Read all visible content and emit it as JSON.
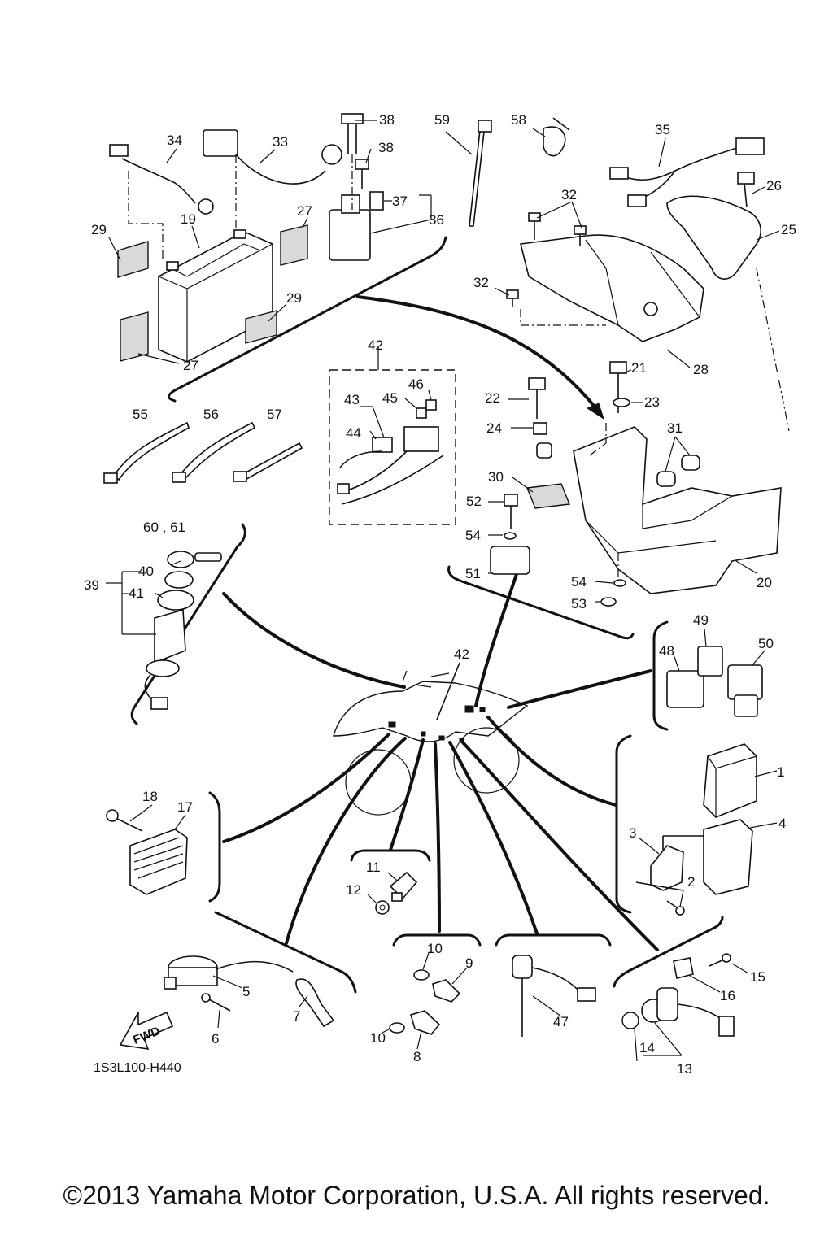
{
  "diagram": {
    "drawing_code": "1S3L100-H440",
    "fwd_label": "FWD",
    "copyright": "©2013 Yamaha Motor Corporation, U.S.A. All rights reserved.",
    "callouts": [
      {
        "id": "c1",
        "label": "1"
      },
      {
        "id": "c2",
        "label": "2"
      },
      {
        "id": "c3",
        "label": "3"
      },
      {
        "id": "c4",
        "label": "4"
      },
      {
        "id": "c5",
        "label": "5"
      },
      {
        "id": "c6",
        "label": "6"
      },
      {
        "id": "c7",
        "label": "7"
      },
      {
        "id": "c8",
        "label": "8"
      },
      {
        "id": "c9",
        "label": "9"
      },
      {
        "id": "c10a",
        "label": "10"
      },
      {
        "id": "c10b",
        "label": "10"
      },
      {
        "id": "c11",
        "label": "11"
      },
      {
        "id": "c12",
        "label": "12"
      },
      {
        "id": "c13",
        "label": "13"
      },
      {
        "id": "c14",
        "label": "14"
      },
      {
        "id": "c15",
        "label": "15"
      },
      {
        "id": "c16",
        "label": "16"
      },
      {
        "id": "c17",
        "label": "17"
      },
      {
        "id": "c18",
        "label": "18"
      },
      {
        "id": "c19",
        "label": "19"
      },
      {
        "id": "c20",
        "label": "20"
      },
      {
        "id": "c21",
        "label": "21"
      },
      {
        "id": "c22",
        "label": "22"
      },
      {
        "id": "c23",
        "label": "23"
      },
      {
        "id": "c24",
        "label": "24"
      },
      {
        "id": "c25",
        "label": "25"
      },
      {
        "id": "c26",
        "label": "26"
      },
      {
        "id": "c27a",
        "label": "27"
      },
      {
        "id": "c27b",
        "label": "27"
      },
      {
        "id": "c28",
        "label": "28"
      },
      {
        "id": "c29a",
        "label": "29"
      },
      {
        "id": "c29b",
        "label": "29"
      },
      {
        "id": "c30",
        "label": "30"
      },
      {
        "id": "c31",
        "label": "31"
      },
      {
        "id": "c32a",
        "label": "32"
      },
      {
        "id": "c32b",
        "label": "32"
      },
      {
        "id": "c33",
        "label": "33"
      },
      {
        "id": "c34",
        "label": "34"
      },
      {
        "id": "c35",
        "label": "35"
      },
      {
        "id": "c36",
        "label": "36"
      },
      {
        "id": "c37",
        "label": "37"
      },
      {
        "id": "c38a",
        "label": "38"
      },
      {
        "id": "c38b",
        "label": "38"
      },
      {
        "id": "c39",
        "label": "39"
      },
      {
        "id": "c40",
        "label": "40"
      },
      {
        "id": "c41",
        "label": "41"
      },
      {
        "id": "c42a",
        "label": "42"
      },
      {
        "id": "c42b",
        "label": "42"
      },
      {
        "id": "c43",
        "label": "43"
      },
      {
        "id": "c44",
        "label": "44"
      },
      {
        "id": "c45",
        "label": "45"
      },
      {
        "id": "c46",
        "label": "46"
      },
      {
        "id": "c47",
        "label": "47"
      },
      {
        "id": "c48",
        "label": "48"
      },
      {
        "id": "c49",
        "label": "49"
      },
      {
        "id": "c50",
        "label": "50"
      },
      {
        "id": "c51",
        "label": "51"
      },
      {
        "id": "c52",
        "label": "52"
      },
      {
        "id": "c53",
        "label": "53"
      },
      {
        "id": "c54a",
        "label": "54"
      },
      {
        "id": "c54b",
        "label": "54"
      },
      {
        "id": "c55",
        "label": "55"
      },
      {
        "id": "c56",
        "label": "56"
      },
      {
        "id": "c57",
        "label": "57"
      },
      {
        "id": "c58",
        "label": "58"
      },
      {
        "id": "c59",
        "label": "59"
      },
      {
        "id": "c6061",
        "label": "60 , 61"
      }
    ]
  }
}
